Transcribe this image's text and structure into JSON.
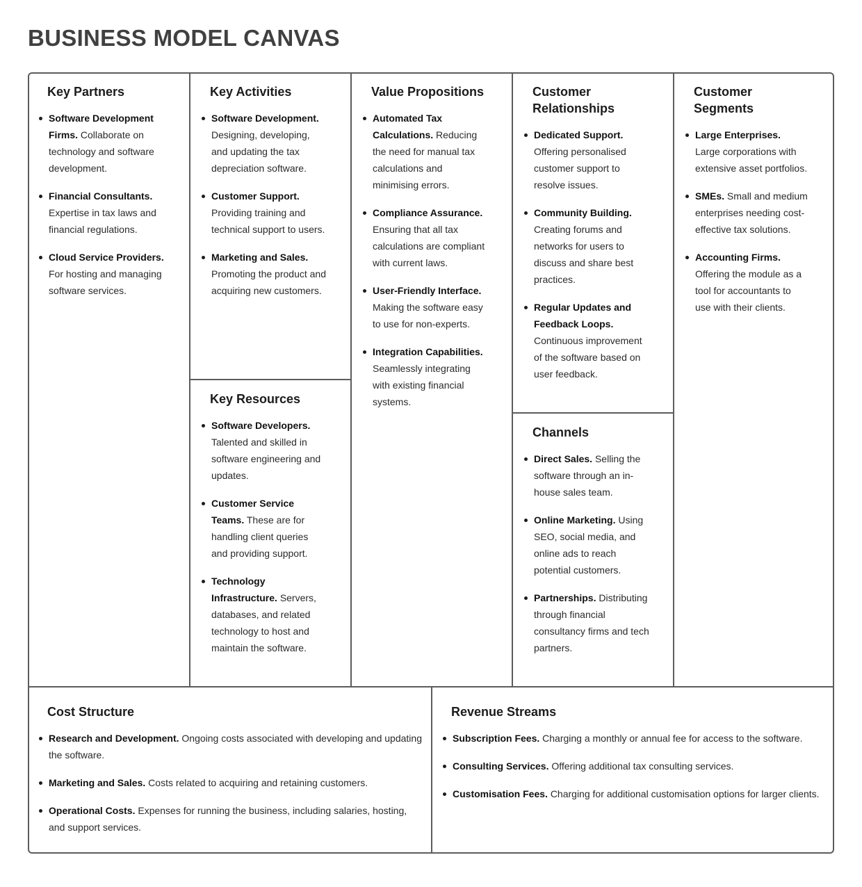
{
  "title": "BUSINESS MODEL CANVAS",
  "blocks": {
    "key_partners": {
      "title": "Key Partners",
      "items": [
        {
          "term": "Software Development Firms.",
          "desc": "Collaborate on technology and software development."
        },
        {
          "term": "Financial Consultants.",
          "desc": "Expertise in tax laws and financial regulations."
        },
        {
          "term": "Cloud Service Providers.",
          "desc": "For hosting and managing software services."
        }
      ]
    },
    "key_activities": {
      "title": "Key Activities",
      "items": [
        {
          "term": "Software Development.",
          "desc": "Designing, developing, and updating the tax depreciation software."
        },
        {
          "term": "Customer Support.",
          "desc": "Providing training and technical support to users."
        },
        {
          "term": "Marketing and Sales.",
          "desc": "Promoting the product and acquiring new customers."
        }
      ]
    },
    "key_resources": {
      "title": "Key Resources",
      "items": [
        {
          "term": "Software Developers.",
          "desc": "Talented and skilled in software engineering and updates."
        },
        {
          "term": "Customer Service Teams.",
          "desc": "These are for handling client queries and providing support."
        },
        {
          "term": "Technology Infrastructure.",
          "desc": "Servers, databases, and related technology to host and maintain the software."
        }
      ]
    },
    "value_propositions": {
      "title": "Value Propositions",
      "items": [
        {
          "term": "Automated Tax Calculations.",
          "desc": "Reducing the need for manual tax calculations and minimising errors."
        },
        {
          "term": "Compliance Assurance.",
          "desc": "Ensuring that all tax calculations are compliant with current laws."
        },
        {
          "term": "User-Friendly Interface.",
          "desc": "Making the software easy to use for non-experts."
        },
        {
          "term": "Integration Capabilities.",
          "desc": "Seamlessly integrating with existing financial systems."
        }
      ]
    },
    "customer_relationships": {
      "title": "Customer Relationships",
      "items": [
        {
          "term": "Dedicated Support.",
          "desc": "Offering personalised customer support to resolve issues."
        },
        {
          "term": "Community Building.",
          "desc": "Creating forums and networks for users to discuss and share best practices."
        },
        {
          "term": "Regular Updates and Feedback Loops.",
          "desc": "Continuous improvement of the software based on user feedback."
        }
      ]
    },
    "channels": {
      "title": "Channels",
      "items": [
        {
          "term": "Direct Sales.",
          "desc": "Selling the software through an in-house sales team."
        },
        {
          "term": "Online Marketing.",
          "desc": "Using SEO, social media, and online ads to reach potential customers."
        },
        {
          "term": "Partnerships.",
          "desc": "Distributing through financial consultancy firms and tech partners."
        }
      ]
    },
    "customer_segments": {
      "title": "Customer Segments",
      "items": [
        {
          "term": "Large Enterprises.",
          "desc": "Large corporations with extensive asset portfolios."
        },
        {
          "term": "SMEs.",
          "desc": "Small and medium enterprises needing cost-effective tax solutions."
        },
        {
          "term": "Accounting Firms.",
          "desc": "Offering the module as a tool for accountants to use with their clients."
        }
      ]
    },
    "cost_structure": {
      "title": "Cost Structure",
      "items": [
        {
          "term": "Research and Development.",
          "desc": "Ongoing costs associated with developing and updating the software."
        },
        {
          "term": "Marketing and Sales.",
          "desc": "Costs related to acquiring and retaining customers."
        },
        {
          "term": "Operational Costs.",
          "desc": "Expenses for running the business, including salaries, hosting, and support services."
        }
      ]
    },
    "revenue_streams": {
      "title": "Revenue Streams",
      "items": [
        {
          "term": "Subscription Fees.",
          "desc": "Charging a monthly or annual fee for access to the software."
        },
        {
          "term": "Consulting Services.",
          "desc": "Offering additional tax consulting services."
        },
        {
          "term": "Customisation Fees.",
          "desc": "Charging for additional customisation options for larger clients."
        }
      ]
    }
  }
}
